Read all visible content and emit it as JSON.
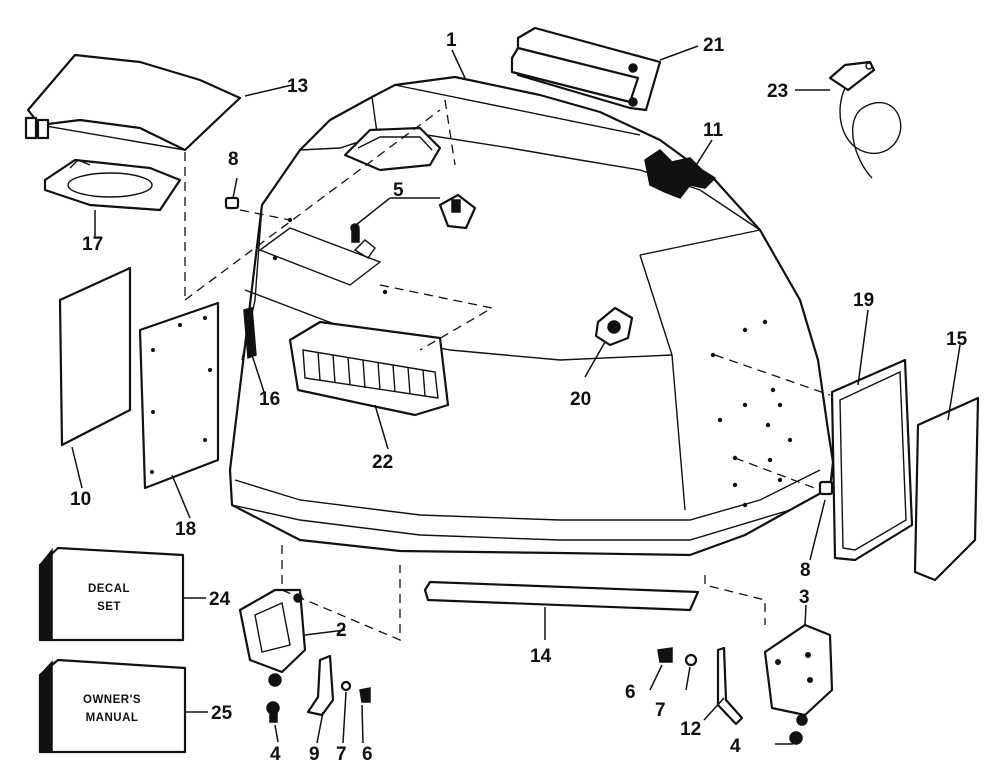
{
  "boxes": {
    "decal_set": [
      "DECAL",
      "SET"
    ],
    "owners_manual": [
      "OWNER'S",
      "MANUAL"
    ]
  },
  "callouts": {
    "c1": "1",
    "c2": "2",
    "c3": "3",
    "c4a": "4",
    "c4b": "4",
    "c5": "5",
    "c6a": "6",
    "c6b": "6",
    "c7a": "7",
    "c7b": "7",
    "c8a": "8",
    "c8b": "8",
    "c9": "9",
    "c10": "10",
    "c11": "11",
    "c12": "12",
    "c13": "13",
    "c14": "14",
    "c15": "15",
    "c16": "16",
    "c17": "17",
    "c18": "18",
    "c19": "19",
    "c20": "20",
    "c21": "21",
    "c22": "22",
    "c23": "23",
    "c24": "24",
    "c25": "25"
  }
}
